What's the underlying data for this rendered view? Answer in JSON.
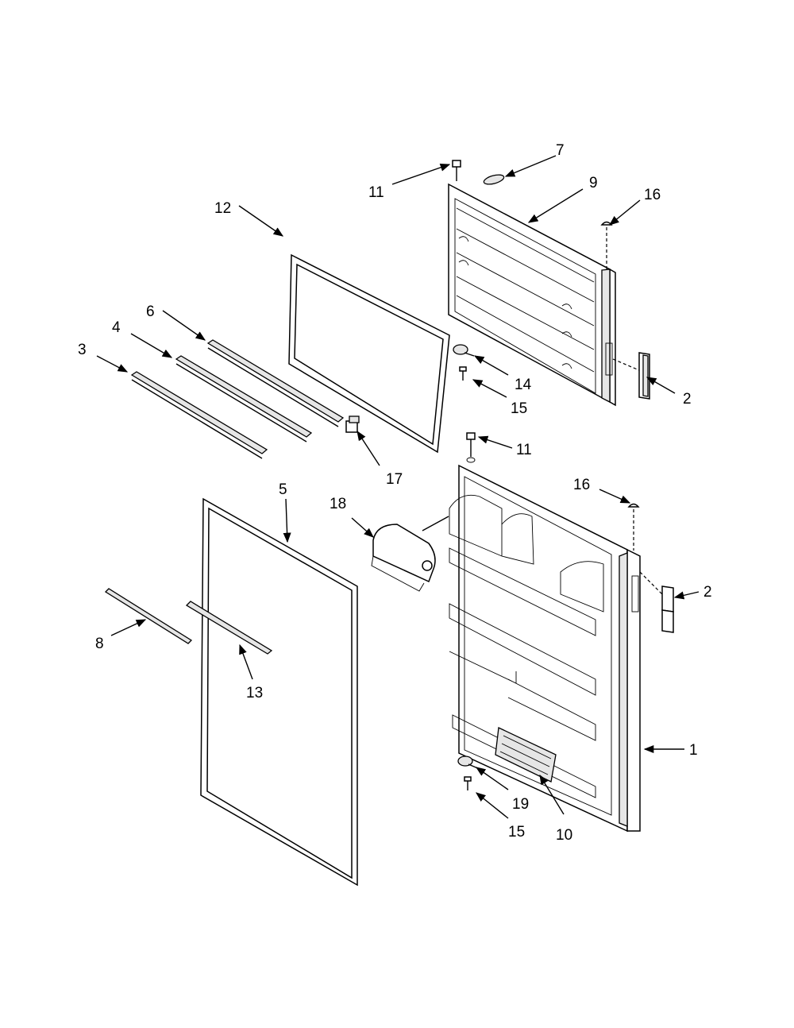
{
  "callouts": [
    {
      "id": "c7",
      "text": "7"
    },
    {
      "id": "c11a",
      "text": "11"
    },
    {
      "id": "c9",
      "text": "9"
    },
    {
      "id": "c16a",
      "text": "16"
    },
    {
      "id": "c12",
      "text": "12"
    },
    {
      "id": "c6",
      "text": "6"
    },
    {
      "id": "c4",
      "text": "4"
    },
    {
      "id": "c3",
      "text": "3"
    },
    {
      "id": "c14",
      "text": "14"
    },
    {
      "id": "c15a",
      "text": "15"
    },
    {
      "id": "c2a",
      "text": "2"
    },
    {
      "id": "c17",
      "text": "17"
    },
    {
      "id": "c11b",
      "text": "11"
    },
    {
      "id": "c5",
      "text": "5"
    },
    {
      "id": "c18",
      "text": "18"
    },
    {
      "id": "c16b",
      "text": "16"
    },
    {
      "id": "c2b",
      "text": "2"
    },
    {
      "id": "c8",
      "text": "8"
    },
    {
      "id": "c13",
      "text": "13"
    },
    {
      "id": "c1",
      "text": "1"
    },
    {
      "id": "c19",
      "text": "19"
    },
    {
      "id": "c15b",
      "text": "15"
    },
    {
      "id": "c10",
      "text": "10"
    }
  ]
}
